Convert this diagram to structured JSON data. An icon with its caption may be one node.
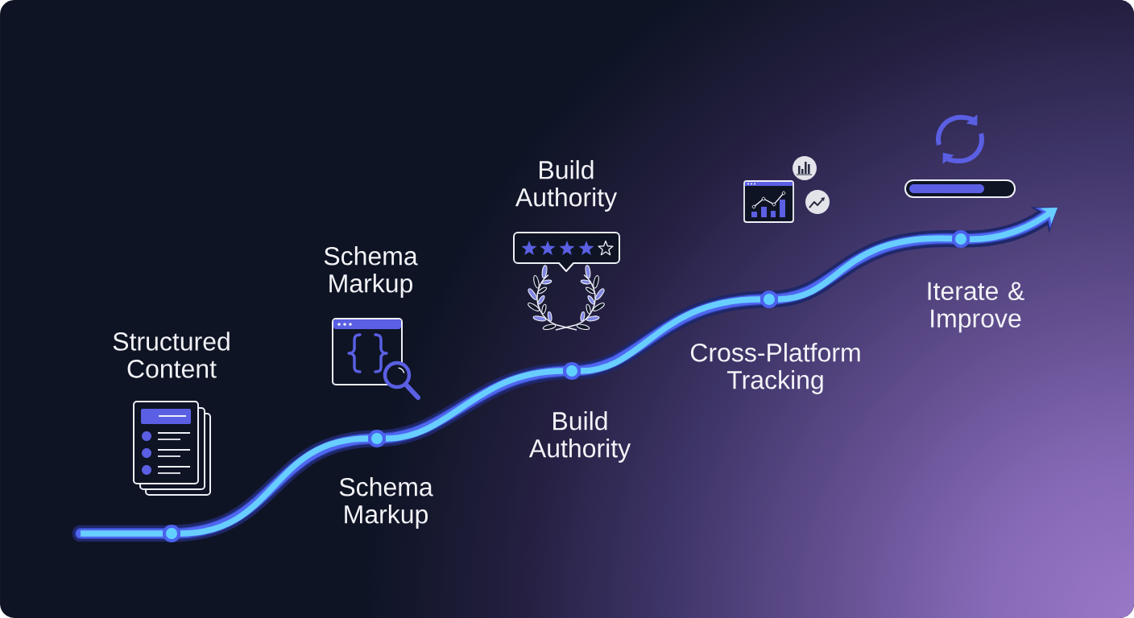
{
  "diagram": {
    "nodes": [
      {
        "text": [],
        "shape": "circle"
      },
      {
        "text": [],
        "shape": "circle",
        "beside": [
          "Schema Markup"
        ]
      },
      {
        "text": [],
        "shape": "circle",
        "beside": [
          "Build Authority"
        ]
      },
      {
        "text": [],
        "shape": "circle",
        "beside": [
          "Cross-Platform Tracking"
        ]
      },
      {
        "text": [],
        "shape": "circle",
        "beside": [
          "Iterate & Improve"
        ]
      }
    ],
    "edges": [
      {
        "from": null,
        "to": 0,
        "arrow": "none"
      },
      {
        "from": 0,
        "to": 1,
        "arrow": "none"
      },
      {
        "from": 1,
        "to": 2,
        "arrow": "none"
      },
      {
        "from": 2,
        "to": 3,
        "arrow": "none"
      },
      {
        "from": 3,
        "to": 4,
        "arrow": "none"
      },
      {
        "from": 4,
        "to": null,
        "arrow": "to"
      }
    ],
    "labels": [
      "Structured Content",
      "Schema Markup",
      "Build Authority"
    ]
  }
}
